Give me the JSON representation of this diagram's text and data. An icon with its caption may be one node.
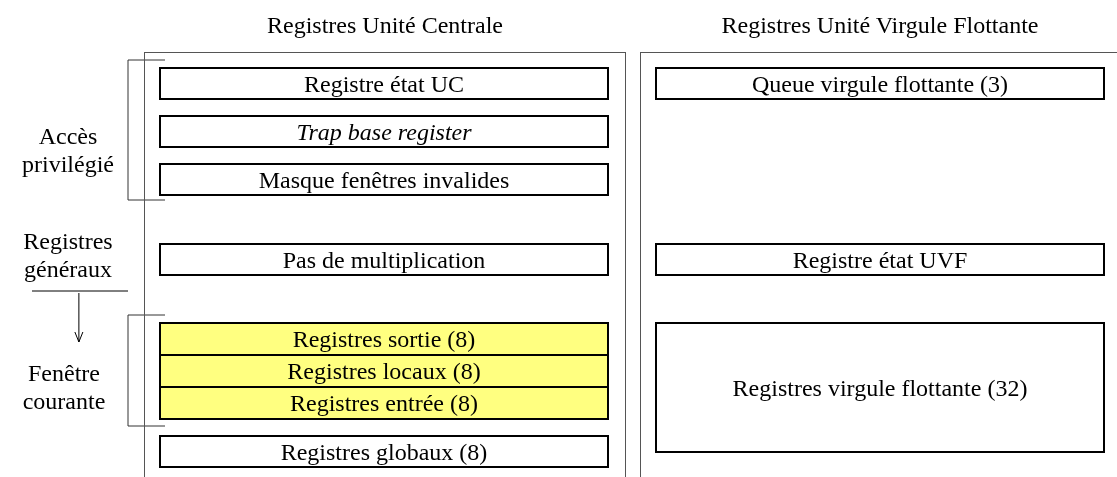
{
  "diagram": {
    "nodes": [
      {
        "text": [
          "Registres Unité Centrale"
        ]
      },
      {
        "text": [
          "Registre état UC"
        ],
        "in": 0
      },
      {
        "text": [
          "Trap base register"
        ],
        "in": 0
      },
      {
        "text": [
          "Masque fenêtres invalides"
        ],
        "in": 0
      },
      {
        "text": [
          "Pas de multiplication"
        ],
        "in": 0
      },
      {
        "text": [
          "Registres sortie (8)"
        ],
        "in": 0
      },
      {
        "text": [
          "Registres locaux (8)"
        ],
        "in": 0
      },
      {
        "text": [
          "Registres entrée (8)"
        ],
        "in": 0
      },
      {
        "text": [
          "Registres globaux (8)"
        ],
        "in": 0
      },
      {
        "text": [
          "Registres Unité Virgule Flottante"
        ]
      },
      {
        "text": [
          "Queue virgule flottante (3)"
        ],
        "in": 9
      },
      {
        "text": [
          "Registre état UVF"
        ],
        "in": 9
      },
      {
        "text": [
          "Registres virgule flottante (32)"
        ],
        "in": 9
      },
      {
        "text": [
          "Accès privilégié"
        ]
      },
      {
        "text": [
          "Registres généraux"
        ]
      },
      {
        "text": [
          "Fenêtre courante"
        ]
      }
    ],
    "edges": [
      {
        "from": 14,
        "to": 15,
        "arrow": "to"
      }
    ]
  }
}
